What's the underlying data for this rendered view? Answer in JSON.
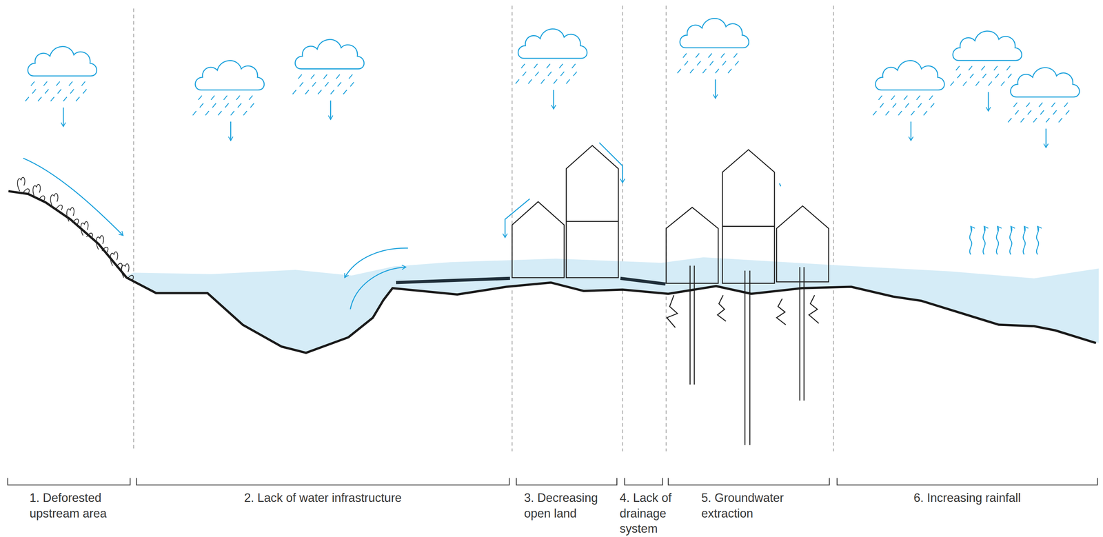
{
  "diagram": {
    "labels": [
      "1. Deforested upstream area",
      "2. Lack of water infrastructure",
      "3. Decreasing open land",
      "4. Lack of drainage system",
      "5. Groundwater extraction",
      "6. Increasing rainfall"
    ]
  }
}
